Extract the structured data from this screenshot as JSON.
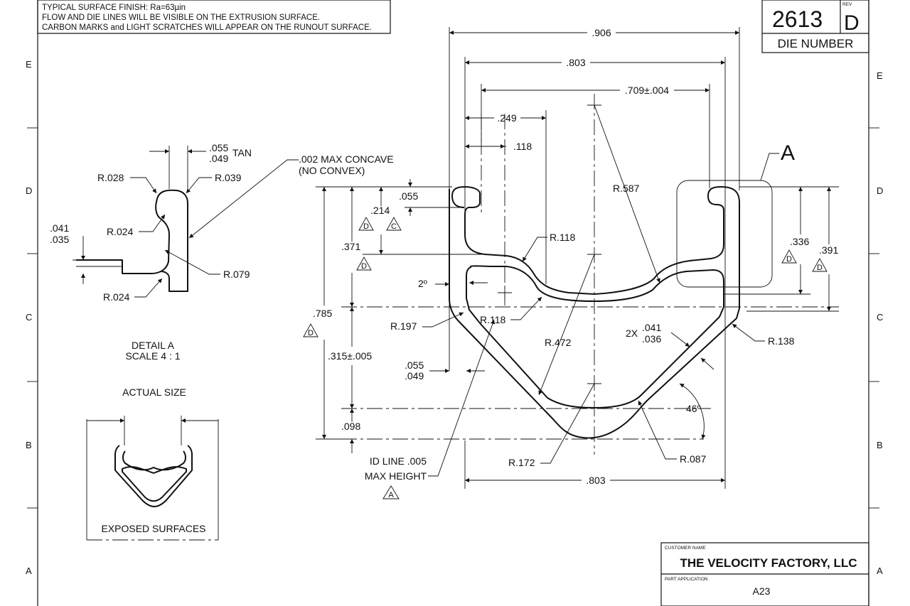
{
  "notes": {
    "line1": "TYPICAL SURFACE FINISH: Ra=63µin",
    "line2": "FLOW AND DIE LINES WILL BE VISIBLE ON THE EXTRUSION SURFACE.",
    "line3": "CARBON MARKS and LIGHT SCRATCHES WILL APPEAR ON THE RUNOUT SURFACE."
  },
  "die_box": {
    "number": "2613",
    "rev_label": "REV",
    "rev": "D",
    "label": "DIE NUMBER"
  },
  "zones": {
    "left": [
      "E",
      "D",
      "C",
      "B",
      "A"
    ],
    "right": [
      "E",
      "D",
      "C",
      "B",
      "A"
    ]
  },
  "detail": {
    "tan_top": ".055",
    "tan_bottom": ".049",
    "tan_label": "TAN",
    "concave_1": ".002 MAX CONCAVE",
    "concave_2": "(NO CONVEX)",
    "r028": "R.028",
    "r039": "R.039",
    "r024a": "R.024",
    "t041": ".041",
    "t035": ".035",
    "r079": "R.079",
    "r024b": "R.024",
    "title": "DETAIL A",
    "scale": "SCALE 4 : 1"
  },
  "actual": {
    "title": "ACTUAL SIZE",
    "caption": "EXPOSED SURFACES"
  },
  "main": {
    "d906": ".906",
    "d803top": ".803",
    "d709": ".709±.004",
    "d249": ".249",
    "d118": ".118",
    "d055": ".055",
    "d214": ".214",
    "d371": ".371",
    "d785": ".785",
    "d315": ".315±.005",
    "d055b": ".055",
    "d049b": ".049",
    "d098": ".098",
    "d2deg": "2º",
    "r118a": "R.118",
    "r118b": "R.118",
    "r587": "R.587",
    "r197": "R.197",
    "r472": "R.472",
    "r172": "R.172",
    "r087": "R.087",
    "r138": "R.138",
    "x2": "2X",
    "d041": ".041",
    "d036": ".036",
    "deg46": "46º",
    "d336": ".336",
    "d391": ".391",
    "d803b": ".803",
    "detail_letter": "A",
    "idline1": "ID LINE .005",
    "idline2": "MAX HEIGHT",
    "datum_d": "D",
    "datum_c": "C",
    "datum_a": "A"
  },
  "title_block": {
    "customer_label": "CUSTOMER NAME",
    "customer": "THE VELOCITY FACTORY, LLC",
    "part_label": "PART APPLICATION",
    "part": "A23"
  }
}
